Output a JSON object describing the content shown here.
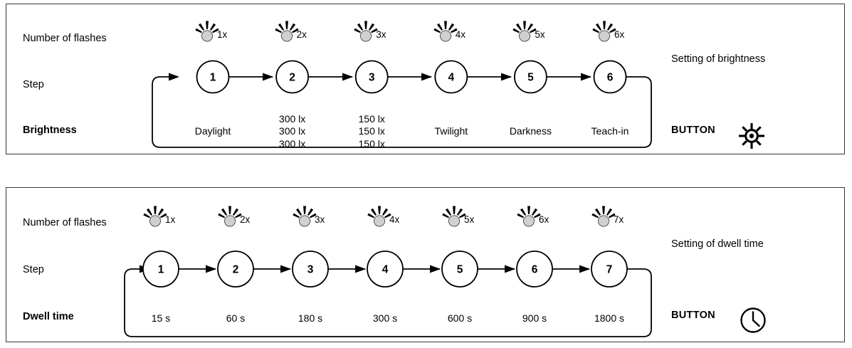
{
  "panels": [
    {
      "id": "brightness",
      "row_labels": {
        "flashes": "Number of flashes",
        "step": "Step",
        "value": "Brightness"
      },
      "caption": "Setting of brightness",
      "button_label": "BUTTON",
      "button_icon": "brightness-sun-icon",
      "steps": [
        {
          "step": "1",
          "flashes": "1x",
          "value": "Daylight"
        },
        {
          "step": "2",
          "flashes": "2x",
          "value": "300 lx\n300 lx\n300 lx"
        },
        {
          "step": "3",
          "flashes": "3x",
          "value": "150 lx\n150 lx\n150 lx"
        },
        {
          "step": "4",
          "flashes": "4x",
          "value": "Twilight"
        },
        {
          "step": "5",
          "flashes": "5x",
          "value": "Darkness"
        },
        {
          "step": "6",
          "flashes": "6x",
          "value": "Teach-in"
        }
      ]
    },
    {
      "id": "dwell",
      "row_labels": {
        "flashes": "Number of flashes",
        "step": "Step",
        "value": "Dwell time"
      },
      "caption": "Setting of dwell time",
      "button_label": "BUTTON",
      "button_icon": "clock-icon",
      "steps": [
        {
          "step": "1",
          "flashes": "1x",
          "value": "15 s"
        },
        {
          "step": "2",
          "flashes": "2x",
          "value": "60 s"
        },
        {
          "step": "3",
          "flashes": "3x",
          "value": "180 s"
        },
        {
          "step": "4",
          "flashes": "4x",
          "value": "300 s"
        },
        {
          "step": "5",
          "flashes": "5x",
          "value": "600 s"
        },
        {
          "step": "6",
          "flashes": "6x",
          "value": "900 s"
        },
        {
          "step": "7",
          "flashes": "7x",
          "value": "1800 s"
        }
      ]
    }
  ],
  "colors": {
    "line": "#000000",
    "panel_border": "#3a3a3a",
    "lamp_fill": "#d0d0d0",
    "background": "#ffffff"
  }
}
